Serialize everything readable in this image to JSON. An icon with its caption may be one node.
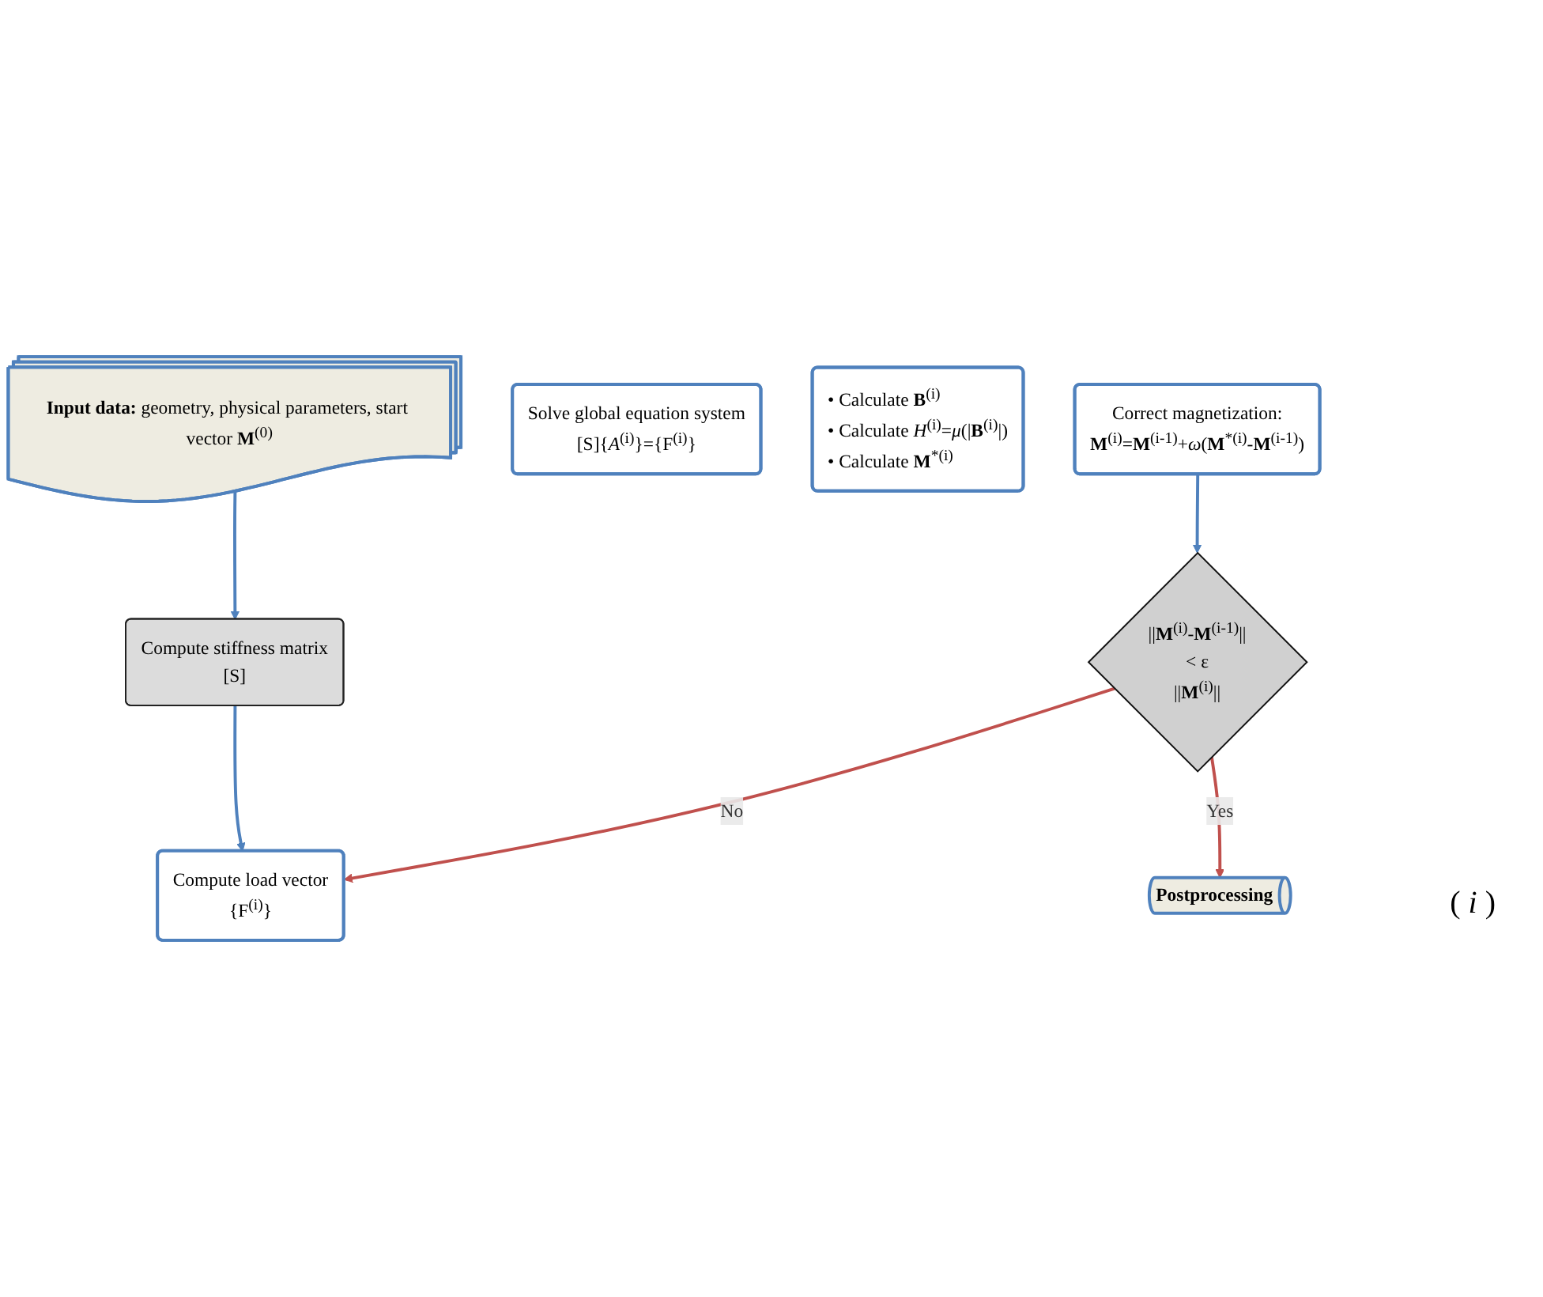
{
  "diagram": {
    "nodes": [
      {
        "text": [
          "**Input data:** geometry, physical parameters, start vector **M**$^{(0)}$"
        ]
      },
      {
        "text": [
          "Compute stiffness matrix",
          "[S]"
        ]
      },
      {
        "text": [
          "Compute load vector",
          "{F$^{(i)}$}"
        ]
      },
      {
        "text": [
          "Solve global equation system",
          "[S]{*A*$^{(i)}$}={F$^{(i)}$}"
        ]
      },
      {
        "text": [
          "• Calculate **B**$^{(i)}$",
          "• Calculate *H*$^{(i)}$=*μ*(|**B**$^{(i)}$|)",
          "• Calculate **M**$^{*(i)}$"
        ]
      },
      {
        "text": [
          "Correct magnetization:",
          "**M**$^{(i)}$=**M**$^{(i-1)}$+*ω*(**M**$^{*(i)}$-**M**$^{(i-1)}$)"
        ]
      },
      {
        "text": [
          "||**M**$^{(i)}$-**M**$^{(i-1)}$||",
          "< ε",
          "||**M**$^{(i)}$||"
        ]
      },
      {
        "text": [
          "**Postprocessing**"
        ]
      }
    ],
    "edges": [
      {
        "from": 0,
        "to": 1,
        "arrow": "to"
      },
      {
        "from": 1,
        "to": 2,
        "arrow": "to"
      },
      {
        "from": 5,
        "to": 6,
        "arrow": "to"
      },
      {
        "from": 6,
        "to": 2,
        "arrow": "to",
        "label": "No",
        "color": "#c0504d"
      },
      {
        "from": 6,
        "to": 7,
        "arrow": "to",
        "label": "Yes",
        "color": "#c0504d"
      }
    ],
    "labels": [
      "( *i* )"
    ]
  }
}
